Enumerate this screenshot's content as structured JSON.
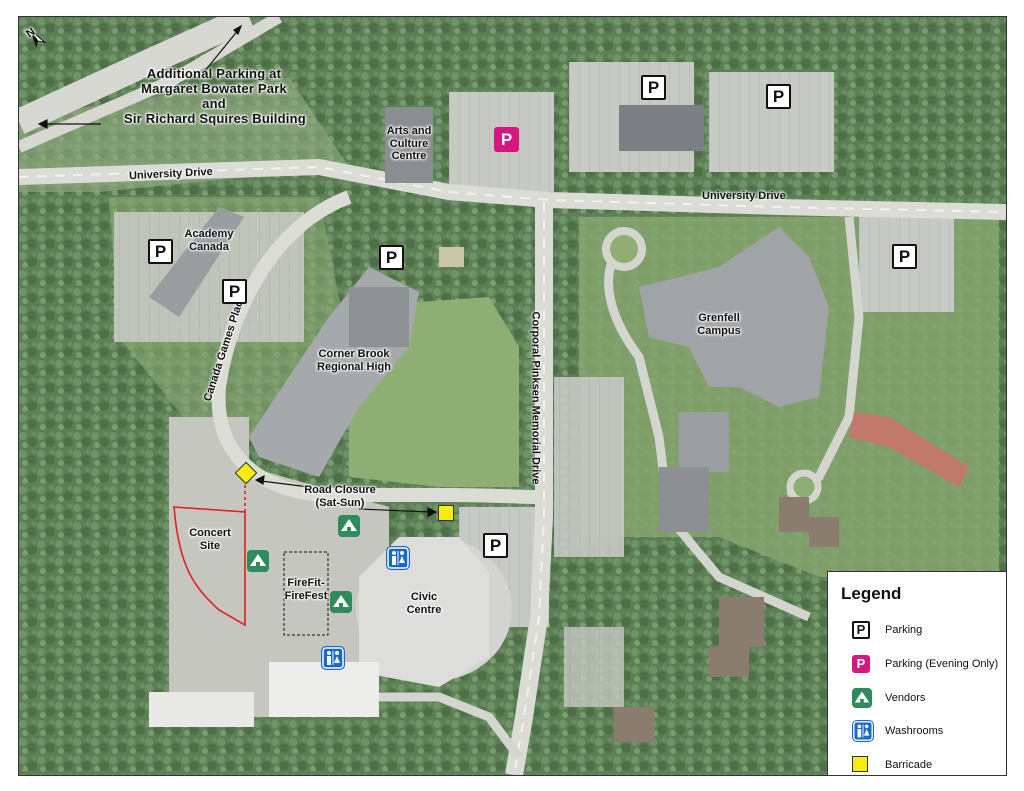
{
  "labels": {
    "additional_parking_l1": "Additional Parking at",
    "additional_parking_l2": "Margaret Bowater Park",
    "additional_parking_l3": "and",
    "additional_parking_l4": "Sir Richard Squires Building",
    "arts_l1": "Arts and",
    "arts_l2": "Culture",
    "arts_l3": "Centre",
    "academy_l1": "Academy",
    "academy_l2": "Canada",
    "highschool_l1": "Corner Brook",
    "highschool_l2": "Regional High",
    "grenfell_l1": "Grenfell",
    "grenfell_l2": "Campus",
    "concert_l1": "Concert",
    "concert_l2": "Site",
    "firefit_l1": "FireFit-",
    "firefit_l2": "FireFest",
    "civic_l1": "Civic",
    "civic_l2": "Centre",
    "closure_l1": "Road Closure",
    "closure_l2": "(Sat-Sun)"
  },
  "roads": {
    "university_drive_west": "University Drive",
    "university_drive_east": "University Drive",
    "canada_games_place": "Canada Games Place",
    "pinksen_drive": "Corporal Pinksen Memorial Drive"
  },
  "north_arrow": {
    "letter": "N",
    "icon": "north-arrow-icon"
  },
  "symbols": {
    "parking": "P",
    "parking_evening": "P"
  },
  "legend": {
    "title": "Legend",
    "items": [
      {
        "label": "Parking",
        "icon": "parking-icon"
      },
      {
        "label": "Parking (Evening Only)",
        "icon": "parking-evening-icon",
        "color": "#d6177f"
      },
      {
        "label": "Vendors",
        "icon": "vendor-tent-icon",
        "color": "#2f8a5c"
      },
      {
        "label": "Washrooms",
        "icon": "washroom-icon",
        "color": "#1a67c9"
      },
      {
        "label": "Barricade",
        "icon": "barricade-icon",
        "color": "#f5ec10"
      }
    ]
  },
  "colors": {
    "concert_boundary": "#e02020",
    "road": "#d9d9d4",
    "forest": "#5f8458"
  }
}
